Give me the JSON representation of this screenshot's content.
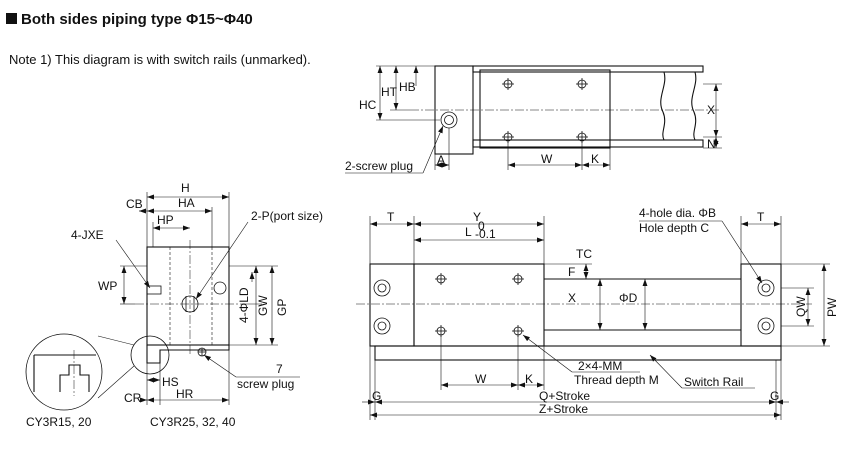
{
  "header": {
    "title": "Both sides piping type Φ15~Φ40"
  },
  "note": "Note 1) This diagram is with switch rails (unmarked).",
  "top_view": {
    "labels": {
      "hc": "HC",
      "ht": "HT",
      "hb": "HB",
      "x": "X",
      "n": "N",
      "a": "A",
      "w": "W",
      "k": "K",
      "plug": "2-screw plug"
    }
  },
  "side_view": {
    "labels": {
      "h": "H",
      "cb": "CB",
      "ha": "HA",
      "hp": "HP",
      "port": "2-P(port size)",
      "jxe": "4-JXE",
      "wp": "WP",
      "ld": "4-ΦLD",
      "gw": "GW",
      "gp": "GP",
      "hs": "HS",
      "cr": "CR",
      "hr": "HR",
      "plug_num": "7",
      "plug": "screw plug"
    }
  },
  "detail_labels": {
    "small": "CY3R15, 20",
    "large": "CY3R25, 32, 40"
  },
  "front_view": {
    "labels": {
      "t_left": "T",
      "t_right": "T",
      "y": "Y",
      "l": "L",
      "l_tol_top": "0",
      "l_tol_bot": "-0.1",
      "hole": "4-hole dia. ΦB",
      "hole_depth": "Hole depth C",
      "tc": "TC",
      "f": "F",
      "x": "X",
      "od": "ΦD",
      "qw": "QW",
      "pw": "PW",
      "mm": "2×4-MM",
      "thread": "Thread depth M",
      "rail": "Switch Rail",
      "w": "W",
      "k": "K",
      "g_left": "G",
      "g_right": "G",
      "q": "Q+Stroke",
      "z": "Z+Stroke"
    }
  }
}
